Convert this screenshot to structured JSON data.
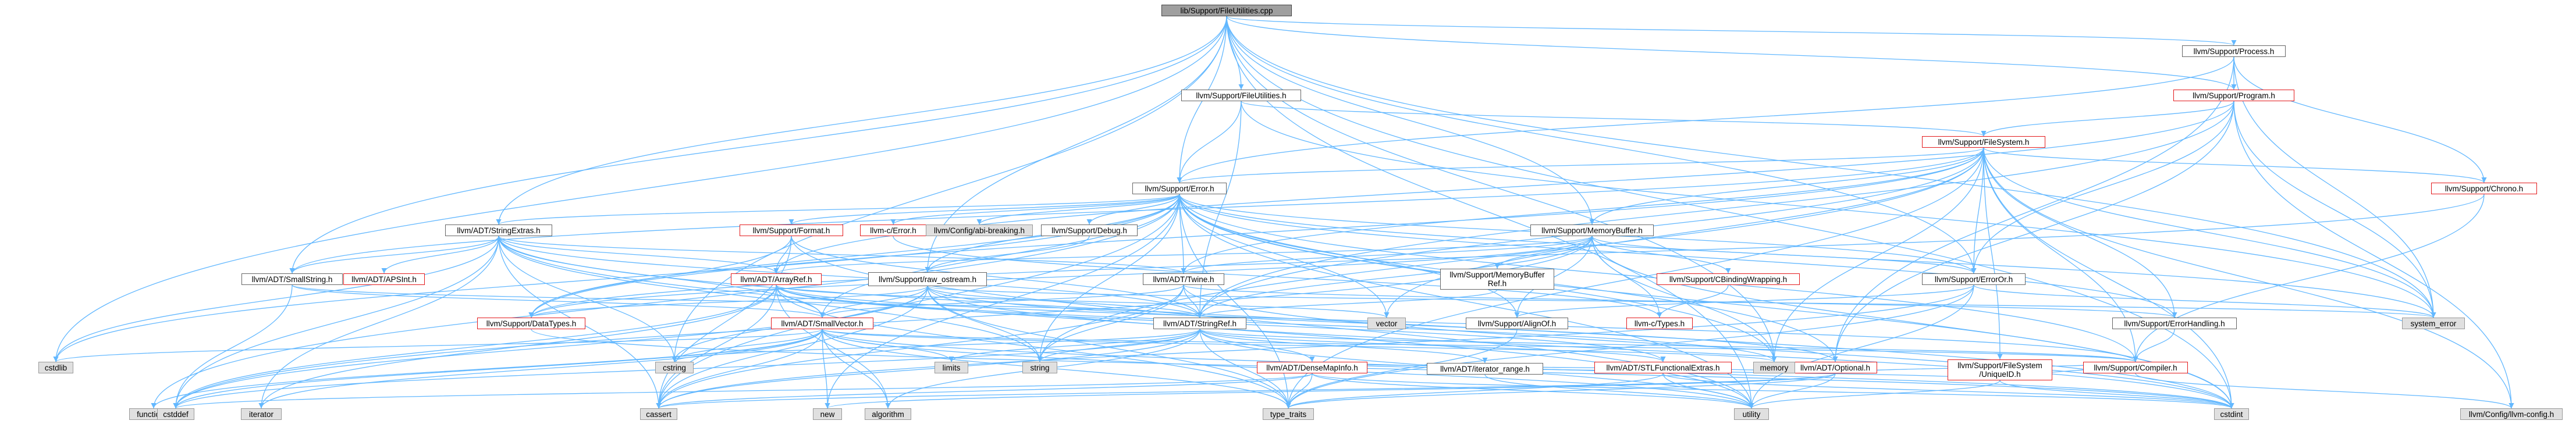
{
  "diagram": {
    "title": "",
    "edge_color": "#63b8ff",
    "border_colors": {
      "normal": "#666666",
      "red": "#e31a1c",
      "gray": "#999999"
    },
    "nodes": [
      {
        "id": "fileutilities_cpp",
        "label": "lib/Support/FileUtilities.cpp",
        "style": "root"
      },
      {
        "id": "process_h",
        "label": "llvm/Support/Process.h",
        "style": "normal"
      },
      {
        "id": "fileutilities_h",
        "label": "llvm/Support/FileUtilities.h",
        "style": "normal"
      },
      {
        "id": "program_h",
        "label": "llvm/Support/Program.h",
        "style": "red"
      },
      {
        "id": "filesystem_h",
        "label": "llvm/Support/FileSystem.h",
        "style": "red"
      },
      {
        "id": "error_h",
        "label": "llvm/Support/Error.h",
        "style": "normal"
      },
      {
        "id": "chrono_h",
        "label": "llvm/Support/Chrono.h",
        "style": "red"
      },
      {
        "id": "stringextras_h",
        "label": "llvm/ADT/StringExtras.h",
        "style": "normal"
      },
      {
        "id": "format_h",
        "label": "llvm/Support/Format.h",
        "style": "red"
      },
      {
        "id": "c_error_h",
        "label": "llvm-c/Error.h",
        "style": "red"
      },
      {
        "id": "config_abi_h",
        "label": "llvm/Config/abi-breaking.h",
        "style": "gray"
      },
      {
        "id": "debug_h",
        "label": "llvm/Support/Debug.h",
        "style": "normal"
      },
      {
        "id": "memorybuffer_h",
        "label": "llvm/Support/MemoryBuffer.h",
        "style": "normal"
      },
      {
        "id": "smallstring_h",
        "label": "llvm/ADT/SmallString.h",
        "style": "normal"
      },
      {
        "id": "apsint_h",
        "label": "llvm/ADT/APSInt.h",
        "style": "red"
      },
      {
        "id": "arrayref_h",
        "label": "llvm/ADT/ArrayRef.h",
        "style": "red"
      },
      {
        "id": "raw_ostream_h",
        "label": "llvm/Support/raw_ostream.h",
        "style": "normal"
      },
      {
        "id": "twine_h",
        "label": "llvm/ADT/Twine.h",
        "style": "normal"
      },
      {
        "id": "memorybufferref_h",
        "label": "llvm/Support/MemoryBuffer\nRef.h",
        "style": "normal"
      },
      {
        "id": "cbindingwrapping_h",
        "label": "llvm/Support/CBindingWrapping.h",
        "style": "red"
      },
      {
        "id": "erroror_h",
        "label": "llvm/Support/ErrorOr.h",
        "style": "normal"
      },
      {
        "id": "datatypes_h",
        "label": "llvm/Support/DataTypes.h",
        "style": "red"
      },
      {
        "id": "smallvector_h",
        "label": "llvm/ADT/SmallVector.h",
        "style": "red"
      },
      {
        "id": "stringref_h",
        "label": "llvm/ADT/StringRef.h",
        "style": "normal"
      },
      {
        "id": "vector",
        "label": "vector",
        "style": "gray"
      },
      {
        "id": "alignof_h",
        "label": "llvm/Support/AlignOf.h",
        "style": "normal"
      },
      {
        "id": "c_types_h",
        "label": "llvm-c/Types.h",
        "style": "red"
      },
      {
        "id": "optional_h",
        "label": "llvm/ADT/Optional.h",
        "style": "red"
      },
      {
        "id": "uniqueid_h",
        "label": "llvm/Support/FileSystem\n/UniqueID.h",
        "style": "red"
      },
      {
        "id": "errorhandling_h",
        "label": "llvm/Support/ErrorHandling.h",
        "style": "normal"
      },
      {
        "id": "system_error",
        "label": "system_error",
        "style": "gray"
      },
      {
        "id": "cstdlib",
        "label": "cstdlib",
        "style": "gray"
      },
      {
        "id": "functional",
        "label": "functional",
        "style": "gray"
      },
      {
        "id": "iterator",
        "label": "iterator",
        "style": "gray"
      },
      {
        "id": "cstring",
        "label": "cstring",
        "style": "gray"
      },
      {
        "id": "new",
        "label": "new",
        "style": "gray"
      },
      {
        "id": "algorithm",
        "label": "algorithm",
        "style": "gray"
      },
      {
        "id": "limits",
        "label": "limits",
        "style": "gray"
      },
      {
        "id": "string",
        "label": "string",
        "style": "gray"
      },
      {
        "id": "densemapinfo_h",
        "label": "llvm/ADT/DenseMapInfo.h",
        "style": "red"
      },
      {
        "id": "iterator_range_h",
        "label": "llvm/ADT/iterator_range.h",
        "style": "normal"
      },
      {
        "id": "stlfunctionalextras_h",
        "label": "llvm/ADT/STLFunctionalExtras.h",
        "style": "red"
      },
      {
        "id": "memory",
        "label": "memory",
        "style": "gray"
      },
      {
        "id": "compiler_h",
        "label": "llvm/Support/Compiler.h",
        "style": "red"
      },
      {
        "id": "cstddef",
        "label": "cstddef",
        "style": "gray"
      },
      {
        "id": "cassert",
        "label": "cassert",
        "style": "gray"
      },
      {
        "id": "type_traits",
        "label": "type_traits",
        "style": "gray"
      },
      {
        "id": "utility",
        "label": "utility",
        "style": "gray"
      },
      {
        "id": "cstdint",
        "label": "cstdint",
        "style": "gray"
      },
      {
        "id": "llvm_config_h",
        "label": "llvm/Config/llvm-config.h",
        "style": "gray"
      }
    ],
    "edges": [
      [
        "fileutilities_cpp",
        "process_h"
      ],
      [
        "fileutilities_cpp",
        "fileutilities_h"
      ],
      [
        "fileutilities_cpp",
        "error_h"
      ],
      [
        "fileutilities_cpp",
        "stringextras_h"
      ],
      [
        "fileutilities_cpp",
        "memorybuffer_h"
      ],
      [
        "fileutilities_cpp",
        "smallstring_h"
      ],
      [
        "fileutilities_cpp",
        "erroror_h"
      ],
      [
        "fileutilities_cpp",
        "system_error"
      ],
      [
        "fileutilities_cpp",
        "cstdlib"
      ],
      [
        "fileutilities_cpp",
        "cstdint"
      ],
      [
        "fileutilities_cpp",
        "memory"
      ],
      [
        "fileutilities_cpp",
        "raw_ostream_h"
      ],
      [
        "fileutilities_cpp",
        "program_h"
      ],
      [
        "fileutilities_cpp",
        "cstring"
      ],
      [
        "fileutilities_cpp",
        "utility"
      ],
      [
        "process_h",
        "program_h"
      ],
      [
        "process_h",
        "chrono_h"
      ],
      [
        "process_h",
        "error_h"
      ],
      [
        "process_h",
        "system_error"
      ],
      [
        "process_h",
        "optional_h"
      ],
      [
        "fileutilities_h",
        "filesystem_h"
      ],
      [
        "fileutilities_h",
        "error_h"
      ],
      [
        "fileutilities_h",
        "stringref_h"
      ],
      [
        "fileutilities_h",
        "system_error"
      ],
      [
        "program_h",
        "filesystem_h"
      ],
      [
        "program_h",
        "erroror_h"
      ],
      [
        "program_h",
        "arrayref_h"
      ],
      [
        "program_h",
        "stringref_h"
      ],
      [
        "program_h",
        "system_error"
      ],
      [
        "program_h",
        "optional_h"
      ],
      [
        "program_h",
        "llvm_config_h"
      ],
      [
        "filesystem_h",
        "error_h"
      ],
      [
        "filesystem_h",
        "chrono_h"
      ],
      [
        "filesystem_h",
        "errorhandling_h"
      ],
      [
        "filesystem_h",
        "erroror_h"
      ],
      [
        "filesystem_h",
        "uniqueid_h"
      ],
      [
        "filesystem_h",
        "memorybuffer_h"
      ],
      [
        "filesystem_h",
        "twine_h"
      ],
      [
        "filesystem_h",
        "smallstring_h"
      ],
      [
        "filesystem_h",
        "stringref_h"
      ],
      [
        "filesystem_h",
        "system_error"
      ],
      [
        "filesystem_h",
        "cstdint"
      ],
      [
        "filesystem_h",
        "string"
      ],
      [
        "filesystem_h",
        "vector"
      ],
      [
        "filesystem_h",
        "datatypes_h"
      ],
      [
        "filesystem_h",
        "memory"
      ],
      [
        "filesystem_h",
        "compiler_h"
      ],
      [
        "filesystem_h",
        "llvm_config_h"
      ],
      [
        "filesystem_h",
        "type_traits"
      ],
      [
        "error_h",
        "c_error_h"
      ],
      [
        "error_h",
        "config_abi_h"
      ],
      [
        "error_h",
        "stringextras_h"
      ],
      [
        "error_h",
        "alignof_h"
      ],
      [
        "error_h",
        "compiler_h"
      ],
      [
        "error_h",
        "debug_h"
      ],
      [
        "error_h",
        "errorhandling_h"
      ],
      [
        "error_h",
        "erroror_h"
      ],
      [
        "error_h",
        "format_h"
      ],
      [
        "error_h",
        "raw_ostream_h"
      ],
      [
        "error_h",
        "twine_h"
      ],
      [
        "error_h",
        "smallvector_h"
      ],
      [
        "error_h",
        "cassert"
      ],
      [
        "error_h",
        "cstdint"
      ],
      [
        "error_h",
        "cstdlib"
      ],
      [
        "error_h",
        "functional"
      ],
      [
        "error_h",
        "memory"
      ],
      [
        "error_h",
        "new"
      ],
      [
        "error_h",
        "optional_h"
      ],
      [
        "error_h",
        "string"
      ],
      [
        "error_h",
        "system_error"
      ],
      [
        "error_h",
        "type_traits"
      ],
      [
        "error_h",
        "utility"
      ],
      [
        "error_h",
        "vector"
      ],
      [
        "error_h",
        "datatypes_h"
      ],
      [
        "chrono_h",
        "compiler_h"
      ],
      [
        "chrono_h",
        "datatypes_h"
      ],
      [
        "stringextras_h",
        "apsint_h"
      ],
      [
        "stringextras_h",
        "arrayref_h"
      ],
      [
        "stringextras_h",
        "smallstring_h"
      ],
      [
        "stringextras_h",
        "stringref_h"
      ],
      [
        "stringextras_h",
        "twine_h"
      ],
      [
        "stringextras_h",
        "cassert"
      ],
      [
        "stringextras_h",
        "cstddef"
      ],
      [
        "stringextras_h",
        "cstdint"
      ],
      [
        "stringextras_h",
        "cstdlib"
      ],
      [
        "stringextras_h",
        "cstring"
      ],
      [
        "stringextras_h",
        "iterator"
      ],
      [
        "stringextras_h",
        "string"
      ],
      [
        "stringextras_h",
        "utility"
      ],
      [
        "stringextras_h",
        "smallvector_h"
      ],
      [
        "format_h",
        "arrayref_h"
      ],
      [
        "format_h",
        "stringref_h"
      ],
      [
        "format_h",
        "datatypes_h"
      ],
      [
        "format_h",
        "cassert"
      ],
      [
        "format_h",
        "cstdio"
      ],
      [
        "format_h",
        "tuple"
      ],
      [
        "format_h",
        "utility"
      ],
      [
        "c_error_h",
        "c_types_h"
      ],
      [
        "debug_h",
        "raw_ostream_h"
      ],
      [
        "memorybuffer_h",
        "c_types_h"
      ],
      [
        "memorybuffer_h",
        "arrayref_h"
      ],
      [
        "memorybuffer_h",
        "stringref_h"
      ],
      [
        "memorybuffer_h",
        "twine_h"
      ],
      [
        "memorybuffer_h",
        "alignof_h"
      ],
      [
        "memorybuffer_h",
        "cbindingwrapping_h"
      ],
      [
        "memorybuffer_h",
        "datatypes_h"
      ],
      [
        "memorybuffer_h",
        "erroror_h"
      ],
      [
        "memorybuffer_h",
        "memorybufferref_h"
      ],
      [
        "memorybuffer_h",
        "cstddef"
      ],
      [
        "memorybuffer_h",
        "cstdint"
      ],
      [
        "memorybuffer_h",
        "memory"
      ],
      [
        "smallstring_h",
        "smallvector_h"
      ],
      [
        "smallstring_h",
        "stringref_h"
      ],
      [
        "smallstring_h",
        "cstddef"
      ],
      [
        "arrayref_h",
        "smallvector_h"
      ],
      [
        "arrayref_h",
        "stlfunctionalextras_h"
      ],
      [
        "arrayref_h",
        "compiler_h"
      ],
      [
        "arrayref_h",
        "algorithm"
      ],
      [
        "arrayref_h",
        "array"
      ],
      [
        "arrayref_h",
        "cassert"
      ],
      [
        "arrayref_h",
        "cstddef"
      ],
      [
        "arrayref_h",
        "initializer_list"
      ],
      [
        "arrayref_h",
        "iterator"
      ],
      [
        "arrayref_h",
        "memory"
      ],
      [
        "arrayref_h",
        "type_traits"
      ],
      [
        "arrayref_h",
        "vector"
      ],
      [
        "raw_ostream_h",
        "stringref_h"
      ],
      [
        "raw_ostream_h",
        "datatypes_h"
      ],
      [
        "raw_ostream_h",
        "cassert"
      ],
      [
        "raw_ostream_h",
        "cstddef"
      ],
      [
        "raw_ostream_h",
        "cstdint"
      ],
      [
        "raw_ostream_h",
        "cstring"
      ],
      [
        "raw_ostream_h",
        "optional_h"
      ],
      [
        "raw_ostream_h",
        "string"
      ],
      [
        "raw_ostream_h",
        "system_error"
      ],
      [
        "raw_ostream_h",
        "type_traits"
      ],
      [
        "raw_ostream_h",
        "smallvector_h"
      ],
      [
        "twine_h",
        "smallvector_h"
      ],
      [
        "twine_h",
        "stringref_h"
      ],
      [
        "twine_h",
        "errorhandling_h"
      ],
      [
        "twine_h",
        "cassert"
      ],
      [
        "twine_h",
        "cstdint"
      ],
      [
        "twine_h",
        "string"
      ],
      [
        "memorybufferref_h",
        "stringref_h"
      ],
      [
        "cbindingwrapping_h",
        "c_types_h"
      ],
      [
        "erroror_h",
        "alignof_h"
      ],
      [
        "erroror_h",
        "cassert"
      ],
      [
        "erroror_h",
        "system_error"
      ],
      [
        "erroror_h",
        "type_traits"
      ],
      [
        "erroror_h",
        "utility"
      ],
      [
        "datatypes_h",
        "cstdint"
      ],
      [
        "smallvector_h",
        "compiler_h"
      ],
      [
        "smallvector_h",
        "type_traits"
      ],
      [
        "smallvector_h",
        "algorithm"
      ],
      [
        "smallvector_h",
        "cassert"
      ],
      [
        "smallvector_h",
        "cstddef"
      ],
      [
        "smallvector_h",
        "cstdlib"
      ],
      [
        "smallvector_h",
        "cstring"
      ],
      [
        "smallvector_h",
        "functional"
      ],
      [
        "smallvector_h",
        "iterator"
      ],
      [
        "smallvector_h",
        "limits"
      ],
      [
        "smallvector_h",
        "memory"
      ],
      [
        "smallvector_h",
        "new"
      ],
      [
        "smallvector_h",
        "utility"
      ],
      [
        "smallvector_h",
        "cstdint"
      ],
      [
        "stringref_h",
        "densemapinfo_h"
      ],
      [
        "stringref_h",
        "iterator_range_h"
      ],
      [
        "stringref_h",
        "stlfunctionalextras_h"
      ],
      [
        "stringref_h",
        "compiler_h"
      ],
      [
        "stringref_h",
        "algorithm"
      ],
      [
        "stringref_h",
        "cassert"
      ],
      [
        "stringref_h",
        "cstddef"
      ],
      [
        "stringref_h",
        "cstring"
      ],
      [
        "stringref_h",
        "limits"
      ],
      [
        "stringref_h",
        "string"
      ],
      [
        "stringref_h",
        "type_traits"
      ],
      [
        "stringref_h",
        "utility"
      ],
      [
        "alignof_h",
        "type_traits"
      ],
      [
        "optional_h",
        "compiler_h"
      ],
      [
        "optional_h",
        "type_traits"
      ],
      [
        "optional_h",
        "utility"
      ],
      [
        "optional_h",
        "cassert"
      ],
      [
        "optional_h",
        "new"
      ],
      [
        "optional_h",
        "densemapinfo_h"
      ],
      [
        "uniqueid_h",
        "densemapinfo_h"
      ],
      [
        "uniqueid_h",
        "compiler_h"
      ],
      [
        "uniqueid_h",
        "cstdint"
      ],
      [
        "uniqueid_h",
        "utility"
      ],
      [
        "errorhandling_h",
        "compiler_h"
      ],
      [
        "densemapinfo_h",
        "cassert"
      ],
      [
        "densemapinfo_h",
        "cstddef"
      ],
      [
        "densemapinfo_h",
        "cstdint"
      ],
      [
        "densemapinfo_h",
        "tuple"
      ],
      [
        "densemapinfo_h",
        "type_traits"
      ],
      [
        "densemapinfo_h",
        "utility"
      ],
      [
        "iterator_range_h",
        "utility"
      ],
      [
        "stlfunctionalextras_h",
        "type_traits"
      ],
      [
        "stlfunctionalextras_h",
        "utility"
      ],
      [
        "stlfunctionalextras_h",
        "cstdint"
      ],
      [
        "compiler_h",
        "llvm_config_h"
      ]
    ]
  }
}
